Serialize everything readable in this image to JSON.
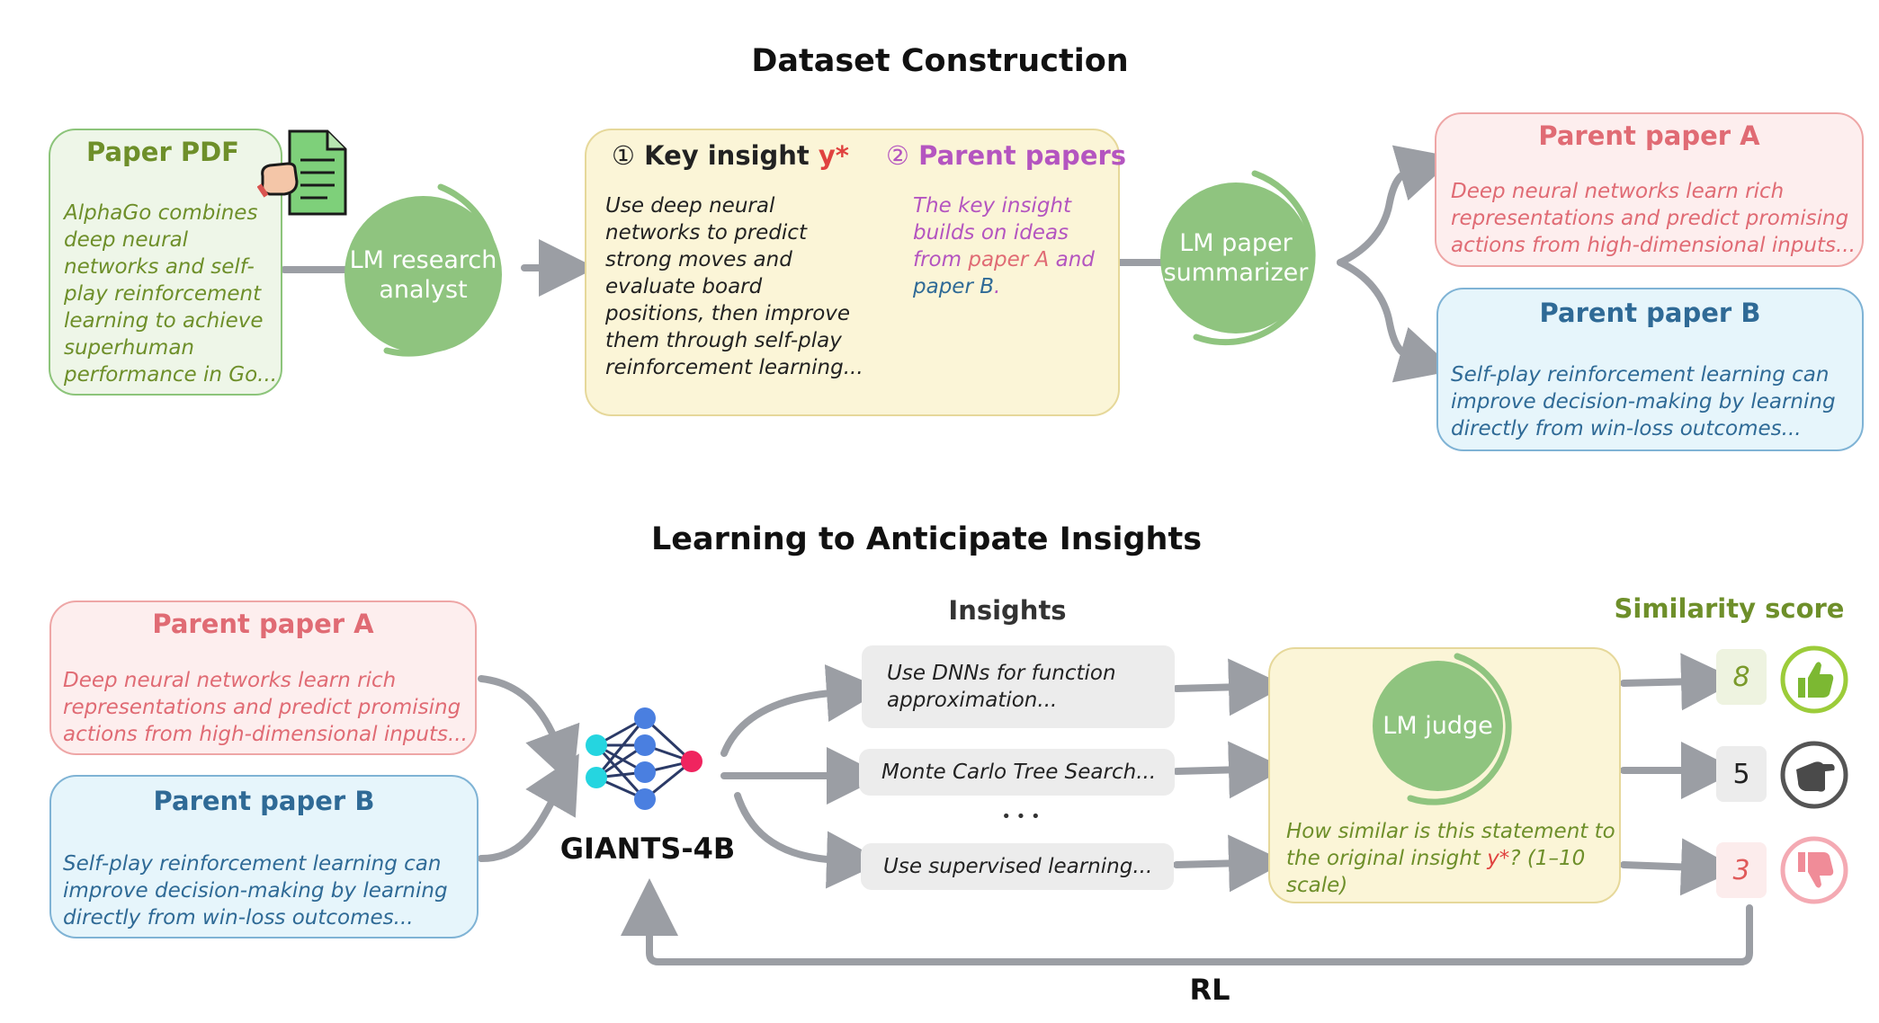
{
  "top": {
    "title": "Dataset Construction",
    "paper_pdf": {
      "title": "Paper PDF",
      "text": "AlphaGo combines deep neural networks and self-play reinforcement learning to achieve superhuman performance in Go..."
    },
    "research_analyst": {
      "line1": "LM research",
      "line2": "analyst"
    },
    "key_insight": {
      "number": "①",
      "title": "Key insight",
      "symbol": "y*",
      "text": "Use deep neural networks to predict strong moves and evaluate board positions, then improve them through self-play reinforcement learning..."
    },
    "parent_papers": {
      "number": "②",
      "title": "Parent papers",
      "text_a": "The key insight builds on ideas from",
      "paper_a": "paper A",
      "and": "and",
      "paper_b": "paper B",
      "period": "."
    },
    "summarizer": {
      "line1": "LM paper",
      "line2": "summarizer"
    },
    "parent_a": {
      "title": "Parent paper A",
      "text": "Deep neural networks learn rich representations and predict promising actions from high-dimensional inputs..."
    },
    "parent_b": {
      "title": "Parent paper B",
      "text": "Self-play reinforcement learning can improve decision-making by learning directly from win-loss outcomes..."
    }
  },
  "bottom": {
    "title": "Learning to Anticipate Insights",
    "parent_a": {
      "title": "Parent paper A",
      "text": "Deep neural networks learn rich representations and predict promising actions from high-dimensional inputs..."
    },
    "parent_b": {
      "title": "Parent paper B",
      "text": "Self-play reinforcement learning can improve decision-making by learning directly from win-loss outcomes..."
    },
    "model_name": "GIANTS-4B",
    "insights_label": "Insights",
    "insights": [
      "Use DNNs for function approximation...",
      "Monte Carlo Tree Search...",
      "Use supervised learning..."
    ],
    "ellipsis": "• • •",
    "judge": {
      "name": "LM judge",
      "question_before": "How similar is this statement to the original insight",
      "symbol": "y*",
      "question_after": "? (1–10 scale)"
    },
    "similarity_label": "Similarity score",
    "scores": [
      "8",
      "5",
      "3"
    ],
    "rl_label": "RL"
  },
  "colors": {
    "green": "#6e8f2a",
    "red": "#e06b74",
    "blue": "#2f6a96",
    "purple": "#b455c0",
    "arrow": "#9b9ea4",
    "circle": "#8fc47f"
  },
  "icons": [
    "document-icon",
    "hand-icon",
    "neural-network-icon",
    "thumbs-up-icon",
    "thumbs-sideways-icon",
    "thumbs-down-icon"
  ]
}
